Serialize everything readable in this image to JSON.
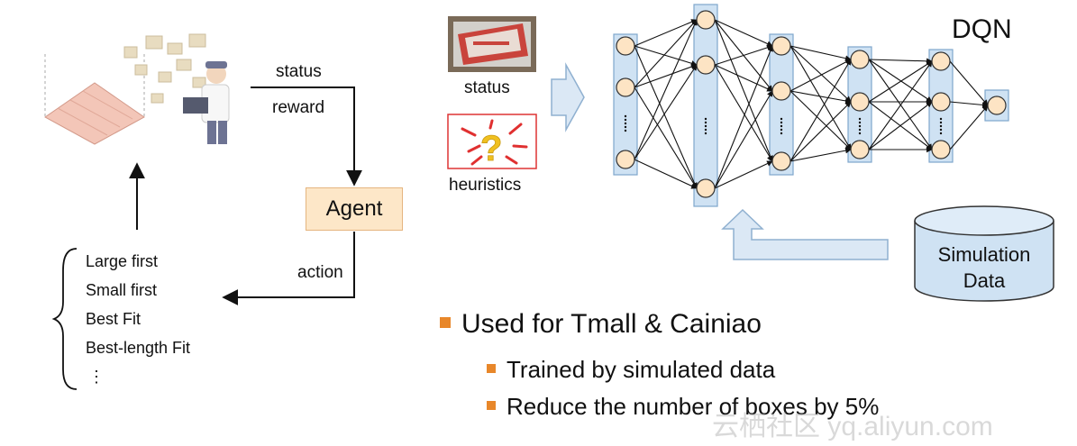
{
  "labels": {
    "status_top": "status",
    "reward": "reward",
    "agent": "Agent",
    "action": "action",
    "status_input": "status",
    "heuristics": "heuristics",
    "dqn": "DQN",
    "simulation_data": [
      "Simulation",
      "Data"
    ]
  },
  "strategies": [
    "Large first",
    "Small first",
    "Best Fit",
    "Best-length Fit",
    "⋮"
  ],
  "bullets": {
    "main": "Used for Tmall & Cainiao",
    "sub": [
      "Trained by simulated data",
      "Reduce the number of boxes by 5%"
    ]
  },
  "watermark": "云栖社区 yq.aliyun.com",
  "colors": {
    "agent_fill": "#fde7c8",
    "bullet": "#e8872a",
    "layer_fill": "#cfe2f3",
    "node_fill": "#fde4c4",
    "cylinder_fill": "#cfe2f3",
    "arrow_fill": "#dbe8f5"
  },
  "icons": [
    "warehouse-packing-illustration",
    "package-photo",
    "question-mark-icon"
  ]
}
